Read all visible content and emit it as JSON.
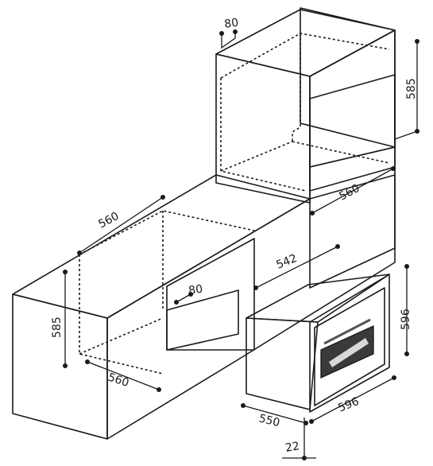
{
  "tall_cabinet": {
    "width_label": "560",
    "height_label": "585",
    "vent_label": "80"
  },
  "base_cabinet": {
    "depth_label": "560",
    "height_label": "585",
    "width_label": "560",
    "vent_label": "80"
  },
  "oven": {
    "top_depth_label": "542",
    "height_label": "596",
    "width_label": "596",
    "depth_label": "550",
    "front_label": "22"
  },
  "colors": {
    "outline": "#1a1a1a",
    "wall_grey": "#c9c9c9",
    "panel_light": "#eeeeee",
    "panel_mid": "#e2e2e2",
    "oven_top": "#8a8a8a"
  }
}
